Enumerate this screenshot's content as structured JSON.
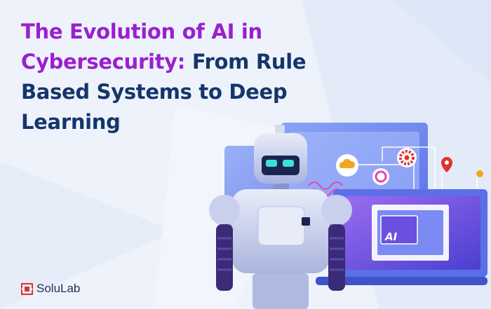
{
  "headline": {
    "accent": "The Evolution of AI in Cybersecurity:",
    "rest": " From Rule Based Systems to Deep Learning"
  },
  "brand": {
    "name": "SoluLab"
  },
  "screen": {
    "ai_text": "AI"
  },
  "colors": {
    "accent": "#9b1fd0",
    "navy": "#15366b",
    "brand_red": "#e0312f",
    "panel_blue": "#6f8cf3"
  },
  "icons": [
    "cloud-icon",
    "gear-icon",
    "location-pin-icon",
    "robot-icon",
    "laptop-icon"
  ]
}
